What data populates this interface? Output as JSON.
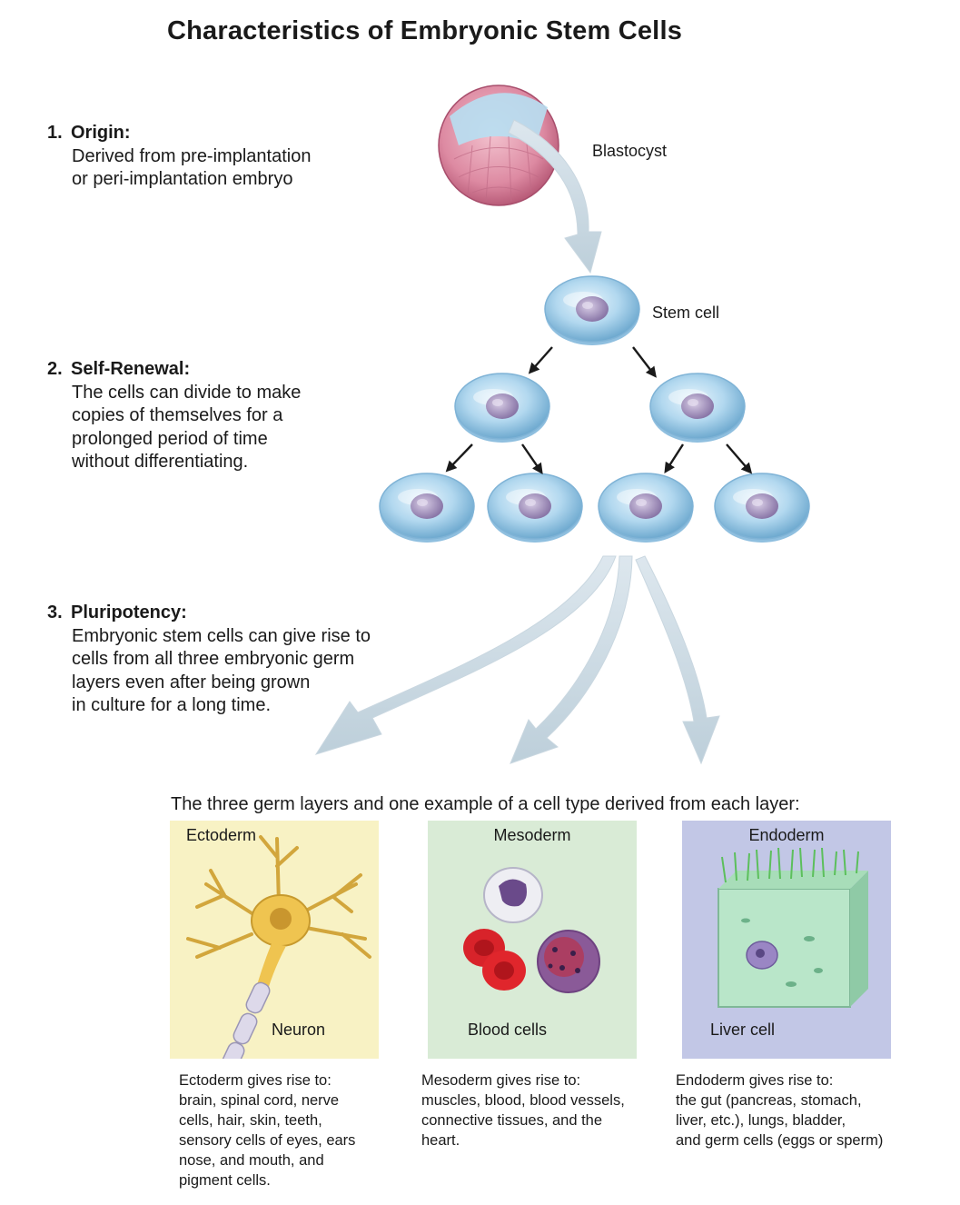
{
  "title": "Characteristics of Embryonic Stem Cells",
  "sections": [
    {
      "number": "1.",
      "heading": "Origin:",
      "body": "Derived from pre-implantation\nor peri-implantation embryo"
    },
    {
      "number": "2.",
      "heading": "Self-Renewal:",
      "body": "The cells can divide to make\ncopies of themselves for a\nprolonged period of time\nwithout differentiating."
    },
    {
      "number": "3.",
      "heading": "Pluripotency:",
      "body": "Embryonic stem cells can give rise to\ncells from all three embryonic germ\nlayers even after being grown\nin culture for a long time."
    }
  ],
  "labels": {
    "blastocyst": "Blastocyst",
    "stem_cell": "Stem cell"
  },
  "germ_caption": "The three germ layers and one example of a cell type derived from each layer:",
  "panels": [
    {
      "title": "Ectoderm",
      "cell_label": "Neuron",
      "color": "#f8f2c4",
      "description": "Ectoderm gives rise to:\nbrain, spinal cord, nerve\ncells, hair, skin, teeth,\nsensory cells of eyes, ears\nnose, and mouth, and\npigment cells."
    },
    {
      "title": "Mesoderm",
      "cell_label": "Blood cells",
      "color": "#d9ebd6",
      "description": "Mesoderm gives rise to:\nmuscles, blood, blood vessels,\nconnective tissues, and the\nheart."
    },
    {
      "title": "Endoderm",
      "cell_label": "Liver cell",
      "color": "#c2c7e6",
      "description": "Endoderm gives rise to:\nthe gut (pancreas, stomach,\nliver, etc.), lungs, bladder,\nand germ cells (eggs or sperm)"
    }
  ],
  "colors": {
    "arrow": "#c3d3dd",
    "cell_fill": "#a9d2ec",
    "cell_edge": "#5e9fc7",
    "nucleus": "#9a86b4",
    "blastocyst": "#d9899f"
  }
}
